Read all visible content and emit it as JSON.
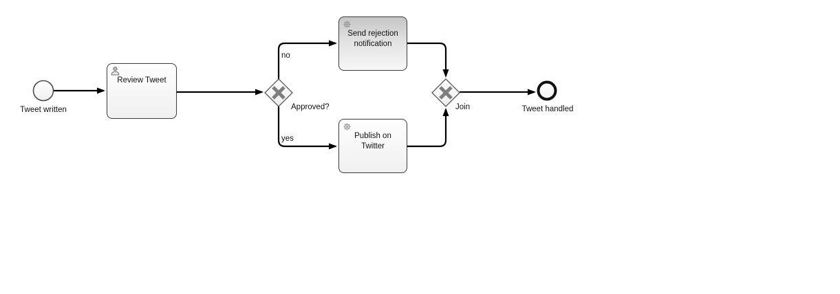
{
  "diagram": {
    "type": "bpmn-process",
    "colors": {
      "flow": "#000000",
      "node_border": "#3d3d3d",
      "gateway_border": "#585858",
      "gateway_cross": "#7e7e7e",
      "task_fill_top": "#fefefe",
      "task_fill_bottom": "#f0f0f0",
      "highlighted_task_fill_top": "#c5c5c5",
      "highlighted_task_fill_bottom": "#f7f7f7",
      "icon_gray": "#8f8f8f"
    },
    "events": {
      "start": {
        "label": "Tweet written",
        "kind": "start-event"
      },
      "end": {
        "label": "Tweet handled",
        "kind": "end-event"
      }
    },
    "tasks": {
      "review": {
        "label": "Review Tweet",
        "kind": "user-task",
        "icon": "user-task-icon"
      },
      "reject": {
        "label": "Send rejection notification",
        "kind": "service-task",
        "icon": "service-task-icon"
      },
      "publish": {
        "label": "Publish on Twitter",
        "kind": "service-task",
        "icon": "service-task-icon"
      }
    },
    "gateways": {
      "split": {
        "label": "Approved?",
        "kind": "exclusive-gateway"
      },
      "join": {
        "label": "Join",
        "kind": "exclusive-gateway"
      }
    },
    "flow_labels": {
      "no": "no",
      "yes": "yes"
    }
  }
}
